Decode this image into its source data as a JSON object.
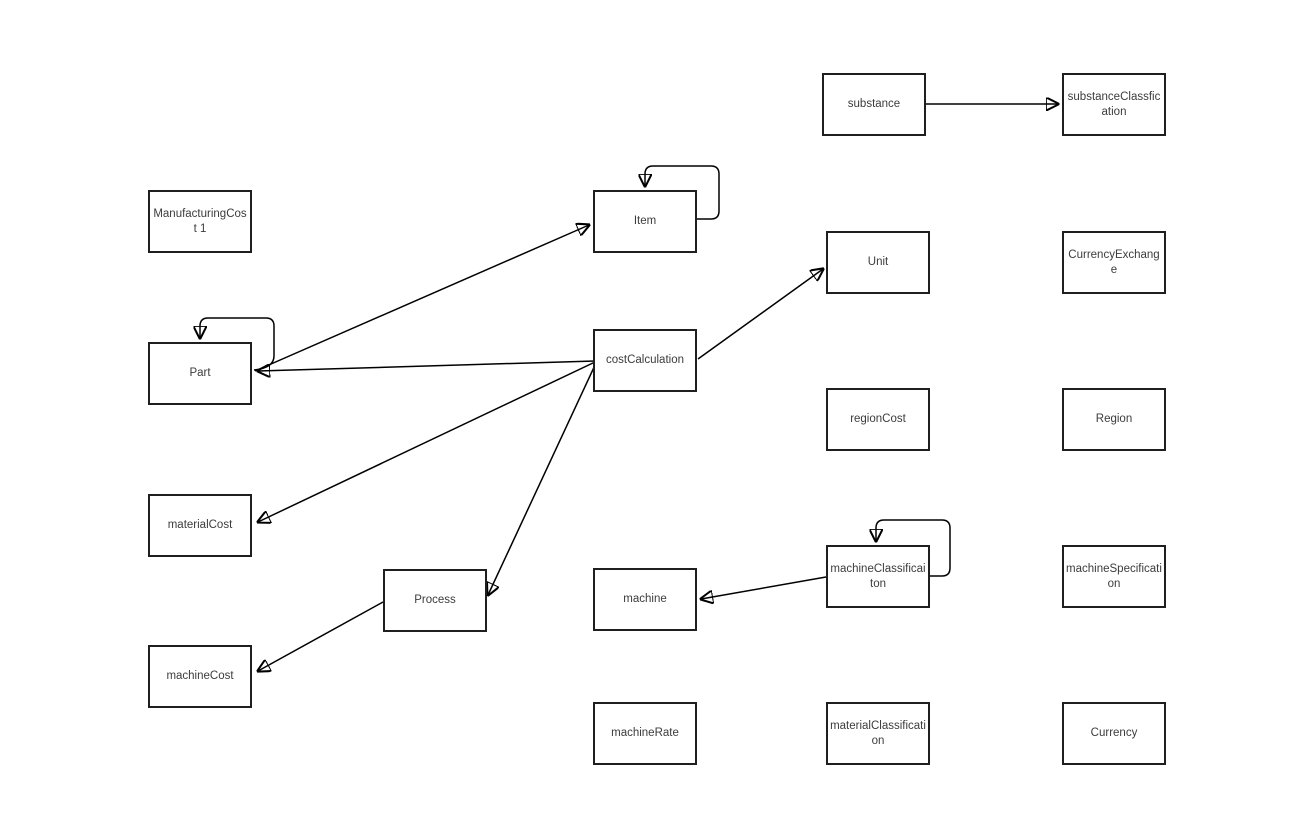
{
  "diagram": {
    "background_color": "#ffffff",
    "edge_color": "#000000",
    "node_border_color": "#1f1f1f",
    "node_fill_color": "#ffffff",
    "node_text_color": "#3c3c3c",
    "nodes": [
      {
        "id": "manufacturing-cost-1",
        "label": "ManufacturingCost 1"
      },
      {
        "id": "part",
        "label": "Part"
      },
      {
        "id": "material-cost",
        "label": "materialCost"
      },
      {
        "id": "machine-cost",
        "label": "machineCost"
      },
      {
        "id": "process",
        "label": "Process"
      },
      {
        "id": "item",
        "label": "Item"
      },
      {
        "id": "cost-calculation",
        "label": "costCalculation"
      },
      {
        "id": "machine",
        "label": "machine"
      },
      {
        "id": "machine-rate",
        "label": "machineRate"
      },
      {
        "id": "substance",
        "label": "substance"
      },
      {
        "id": "unit",
        "label": "Unit"
      },
      {
        "id": "region-cost",
        "label": "regionCost"
      },
      {
        "id": "machine-classificaiton",
        "label": "machineClassificaiton"
      },
      {
        "id": "material-classification",
        "label": "materialClassification"
      },
      {
        "id": "substance-classfication",
        "label": "substanceClassfication"
      },
      {
        "id": "currency-exchange",
        "label": "CurrencyExchange"
      },
      {
        "id": "region",
        "label": "Region"
      },
      {
        "id": "machine-specification",
        "label": "machineSpecification"
      },
      {
        "id": "currency",
        "label": "Currency"
      }
    ],
    "edges": [
      {
        "from": "substance",
        "to": "substanceClassfication",
        "type": "arrow"
      },
      {
        "from": "Part",
        "to": "Item",
        "type": "arrow"
      },
      {
        "from": "costCalculation",
        "to": "Part",
        "type": "arrow"
      },
      {
        "from": "costCalculation",
        "to": "materialCost",
        "type": "arrow"
      },
      {
        "from": "costCalculation",
        "to": "Process",
        "type": "arrow"
      },
      {
        "from": "costCalculation",
        "to": "Unit",
        "type": "arrow"
      },
      {
        "from": "Process",
        "to": "machineCost",
        "type": "arrow"
      },
      {
        "from": "machineClassificaiton",
        "to": "machine",
        "type": "arrow"
      },
      {
        "from": "Part",
        "to": "Part",
        "type": "self-loop"
      },
      {
        "from": "Item",
        "to": "Item",
        "type": "self-loop"
      },
      {
        "from": "machineClassificaiton",
        "to": "machineClassificaiton",
        "type": "self-loop"
      }
    ]
  }
}
